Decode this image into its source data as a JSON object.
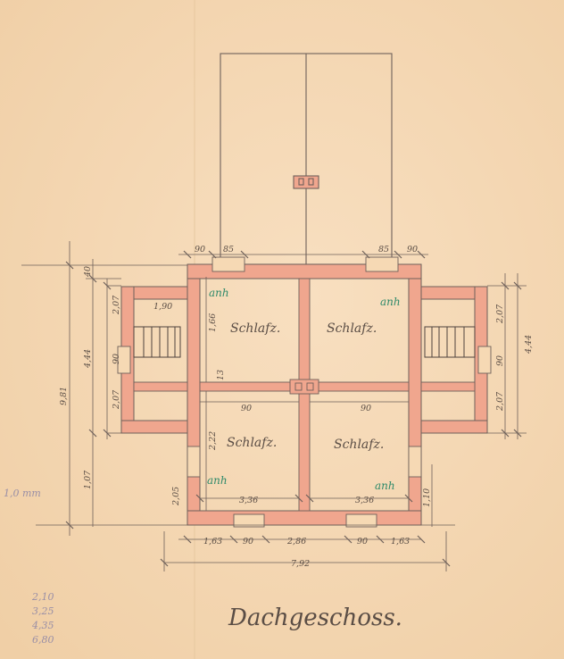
{
  "title": "Dachgeschoss.",
  "rooms": [
    "Schlafz.",
    "Schlafz.",
    "Schlafz.",
    "Schlafz."
  ],
  "notes": [
    "anh",
    "anh",
    "anh",
    "anh"
  ],
  "dims": {
    "top_left_a": "90",
    "top_left_b": "85",
    "top_right_a": "85",
    "top_right_b": "90",
    "left_top": "40",
    "left_a": "2,07",
    "left_b": "4,44",
    "left_c": "90",
    "left_d": "2,07",
    "left_total": "9,81",
    "left_lower": "1,07",
    "left_e": "2,05",
    "right_a": "2,07",
    "right_b": "4,44",
    "right_c": "90",
    "right_d": "2,07",
    "right_lower": "1,10",
    "stair_w": "1,90",
    "room_h_upper": "1,66",
    "room_h_lower": "2,22",
    "int_left": "90",
    "int_right": "90",
    "mid_small": "13",
    "room_w_left": "3,36",
    "room_w_right": "3,36",
    "bottom_a": "1,63",
    "bottom_b": "90",
    "bottom_c": "2,86",
    "bottom_d": "90",
    "bottom_e": "1,63",
    "overall_width": "7,92"
  },
  "margin_notes": [
    "1,0 mm",
    "2,10",
    "3,25",
    "4,35",
    "6,80"
  ],
  "colors": {
    "paper": "#f6d9b4",
    "wall_fill": "#f0a68e",
    "ink": "#6e605a",
    "green_ink": "#2f8a6a"
  }
}
